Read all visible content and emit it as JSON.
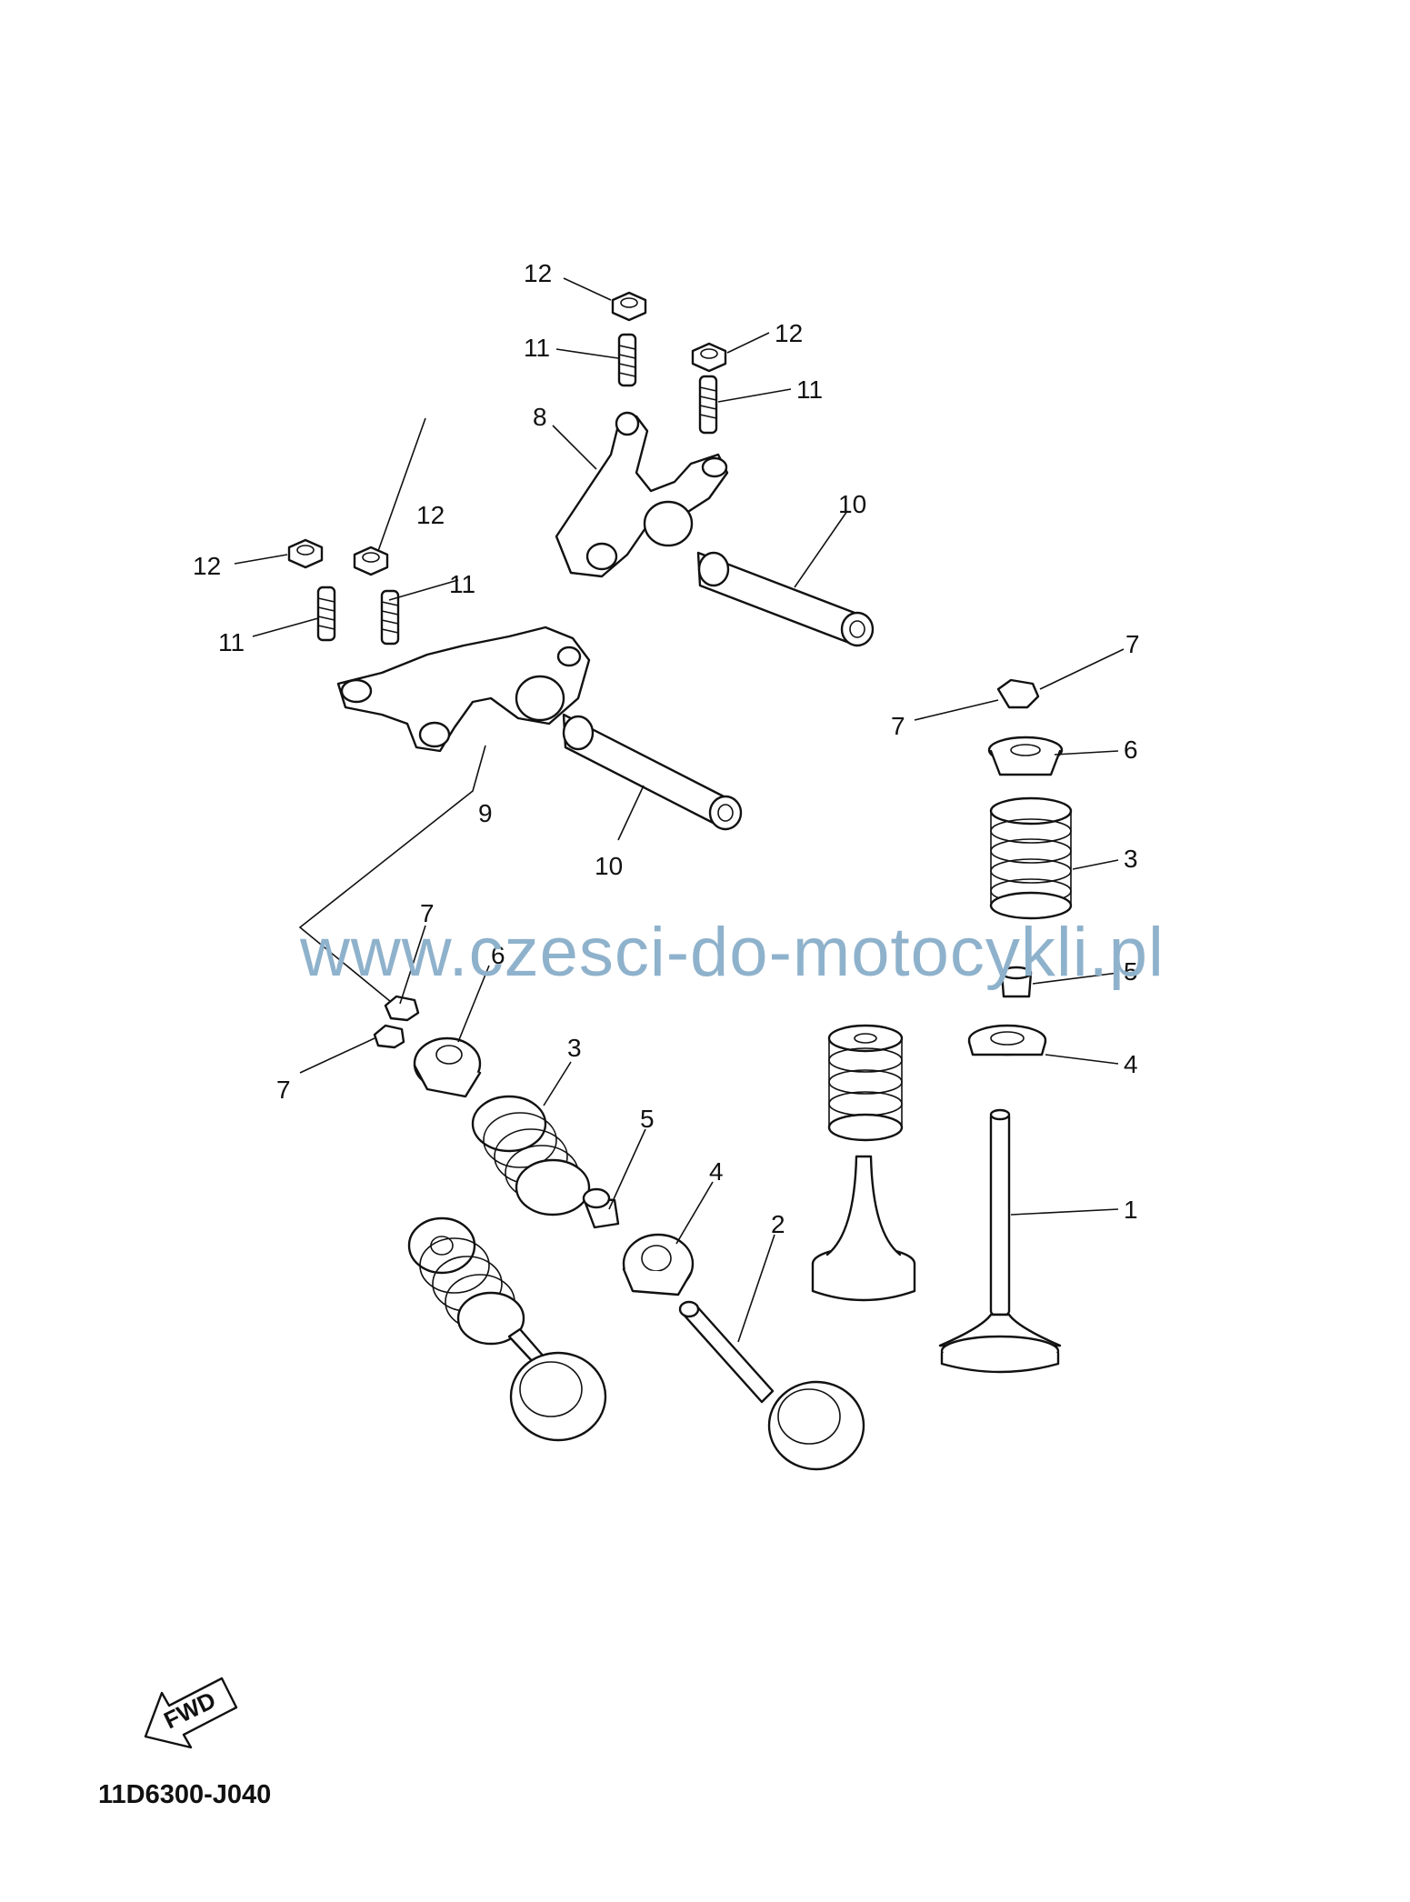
{
  "watermark": "www.czesci-do-motocykli.pl",
  "diagram_code": "11D6300-J040",
  "fwd_label": "FWD",
  "callouts": [
    {
      "id": "c12a",
      "text": "12"
    },
    {
      "id": "c11a",
      "text": "11"
    },
    {
      "id": "c12b",
      "text": "12"
    },
    {
      "id": "c11b",
      "text": "11"
    },
    {
      "id": "c8",
      "text": "8"
    },
    {
      "id": "c10a",
      "text": "10"
    },
    {
      "id": "c12c",
      "text": "12"
    },
    {
      "id": "c12d",
      "text": "12"
    },
    {
      "id": "c11c",
      "text": "11"
    },
    {
      "id": "c11d",
      "text": "11"
    },
    {
      "id": "c9",
      "text": "9"
    },
    {
      "id": "c10b",
      "text": "10"
    },
    {
      "id": "c7a",
      "text": "7"
    },
    {
      "id": "c7b",
      "text": "7"
    },
    {
      "id": "c6a",
      "text": "6"
    },
    {
      "id": "c3a",
      "text": "3"
    },
    {
      "id": "c5a",
      "text": "5"
    },
    {
      "id": "c4a",
      "text": "4"
    },
    {
      "id": "c1",
      "text": "1"
    },
    {
      "id": "c7c",
      "text": "7"
    },
    {
      "id": "c7d",
      "text": "7"
    },
    {
      "id": "c6b",
      "text": "6"
    },
    {
      "id": "c3b",
      "text": "3"
    },
    {
      "id": "c5b",
      "text": "5"
    },
    {
      "id": "c4b",
      "text": "4"
    },
    {
      "id": "c2",
      "text": "2"
    }
  ]
}
